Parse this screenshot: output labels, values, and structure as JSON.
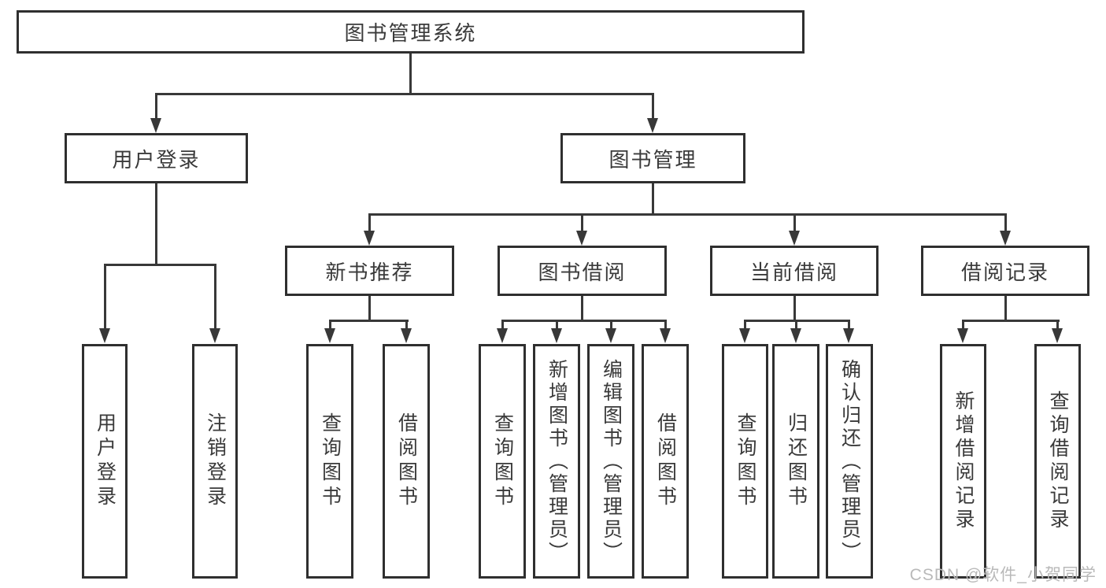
{
  "colors": {
    "line": "#383838",
    "box_border": "#2f2f2f",
    "text": "#3a3a3a",
    "watermark": "#b9b9b9",
    "background": "#ffffff"
  },
  "watermark": {
    "text": "CSDN @软件_小贺同学"
  },
  "tree": {
    "root": {
      "label": "图书管理系统",
      "children": [
        {
          "label": "用户登录",
          "children": [
            {
              "label": "用户登录"
            },
            {
              "label": "注销登录"
            }
          ]
        },
        {
          "label": "图书管理",
          "children": [
            {
              "label": "新书推荐",
              "children": [
                {
                  "label": "查询图书"
                },
                {
                  "label": "借阅图书"
                }
              ]
            },
            {
              "label": "图书借阅",
              "children": [
                {
                  "label": "查询图书"
                },
                {
                  "label": "新增图书（管理员）"
                },
                {
                  "label": "编辑图书（管理员）"
                },
                {
                  "label": "借阅图书"
                }
              ]
            },
            {
              "label": "当前借阅",
              "children": [
                {
                  "label": "查询图书"
                },
                {
                  "label": "归还图书"
                },
                {
                  "label": "确认归还（管理员）"
                }
              ]
            },
            {
              "label": "借阅记录",
              "children": [
                {
                  "label": "新增借阅记录"
                },
                {
                  "label": "查询借阅记录"
                }
              ]
            }
          ]
        }
      ]
    }
  }
}
